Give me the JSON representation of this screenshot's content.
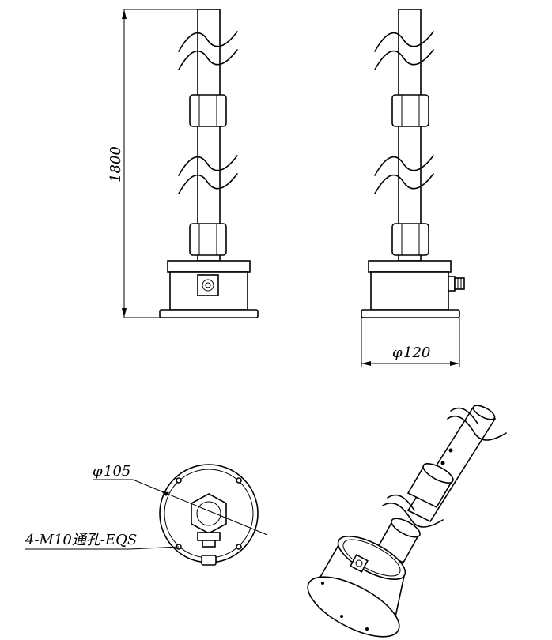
{
  "dimensions": {
    "height": "1800",
    "base_diameter": "120",
    "flange_diameter": "105",
    "diameter_symbol": "φ"
  },
  "callouts": {
    "mounting_holes": "4-M10通孔-EQS"
  },
  "colors": {
    "line": "#000000",
    "background": "#ffffff"
  }
}
